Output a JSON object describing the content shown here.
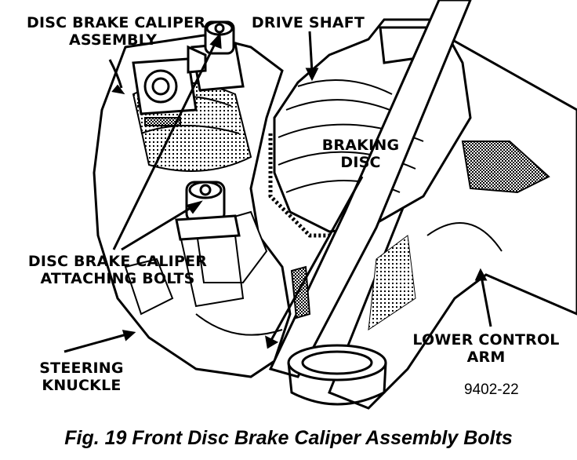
{
  "labels": {
    "caliper_assembly": [
      "DISC BRAKE CALIPER",
      "ASSEMBLY"
    ],
    "drive_shaft": "DRIVE SHAFT",
    "braking_disc": [
      "BRAKING",
      "DISC"
    ],
    "attaching_bolts": [
      "DISC BRAKE CALIPER",
      "ATTACHING BOLTS"
    ],
    "steering_knuckle": [
      "STEERING",
      "KNUCKLE"
    ],
    "lower_control_arm": [
      "LOWER CONTROL",
      "ARM"
    ]
  },
  "figure_number": "9402-22",
  "caption": "Fig. 19 Front Disc Brake Caliper Assembly Bolts"
}
